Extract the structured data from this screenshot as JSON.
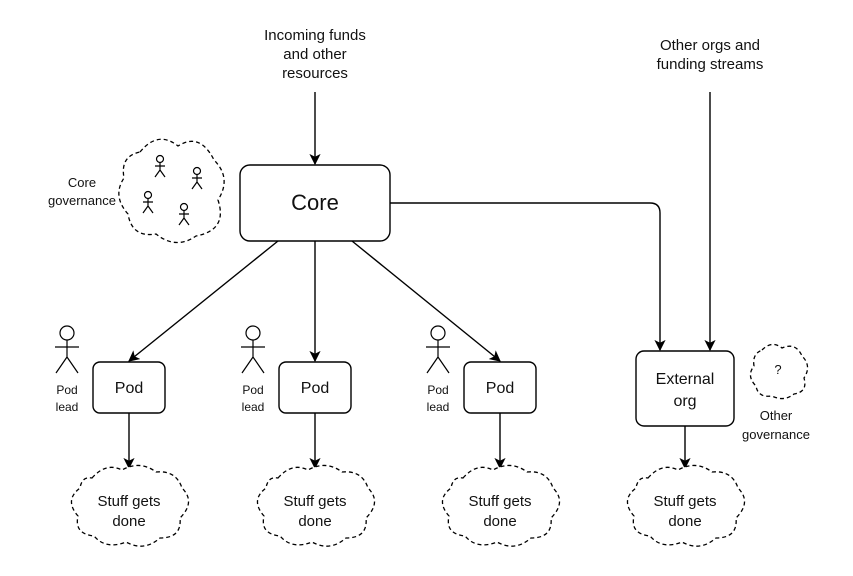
{
  "incoming": {
    "line1": "Incoming funds",
    "line2": "and other",
    "line3": "resources"
  },
  "other_orgs": {
    "line1": "Other orgs and",
    "line2": "funding streams"
  },
  "core": {
    "label": "Core"
  },
  "core_governance": {
    "line1": "Core",
    "line2": "governance"
  },
  "pods": [
    {
      "label": "Pod",
      "lead_line1": "Pod",
      "lead_line2": "lead",
      "outcome_line1": "Stuff gets",
      "outcome_line2": "done"
    },
    {
      "label": "Pod",
      "lead_line1": "Pod",
      "lead_line2": "lead",
      "outcome_line1": "Stuff gets",
      "outcome_line2": "done"
    },
    {
      "label": "Pod",
      "lead_line1": "Pod",
      "lead_line2": "lead",
      "outcome_line1": "Stuff gets",
      "outcome_line2": "done"
    }
  ],
  "external": {
    "line1": "External",
    "line2": "org",
    "outcome_line1": "Stuff gets",
    "outcome_line2": "done"
  },
  "other_governance": {
    "mark": "?",
    "line1": "Other",
    "line2": "governance"
  }
}
